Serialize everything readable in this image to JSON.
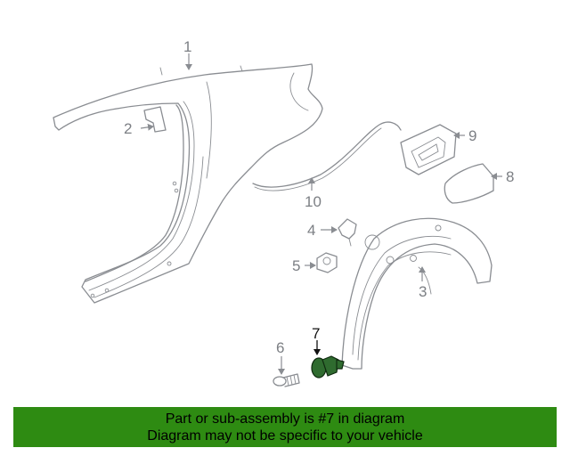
{
  "callouts": {
    "c1": "1",
    "c2": "2",
    "c3": "3",
    "c4": "4",
    "c5": "5",
    "c6": "6",
    "c7": "7",
    "c8": "8",
    "c9": "9",
    "c10": "10"
  },
  "highlight_color": "#2e8b12",
  "highlighted_part": "7",
  "banner": {
    "line1": "Part or sub-assembly is #7 in diagram",
    "line2": "Diagram may not be specific to your vehicle"
  }
}
